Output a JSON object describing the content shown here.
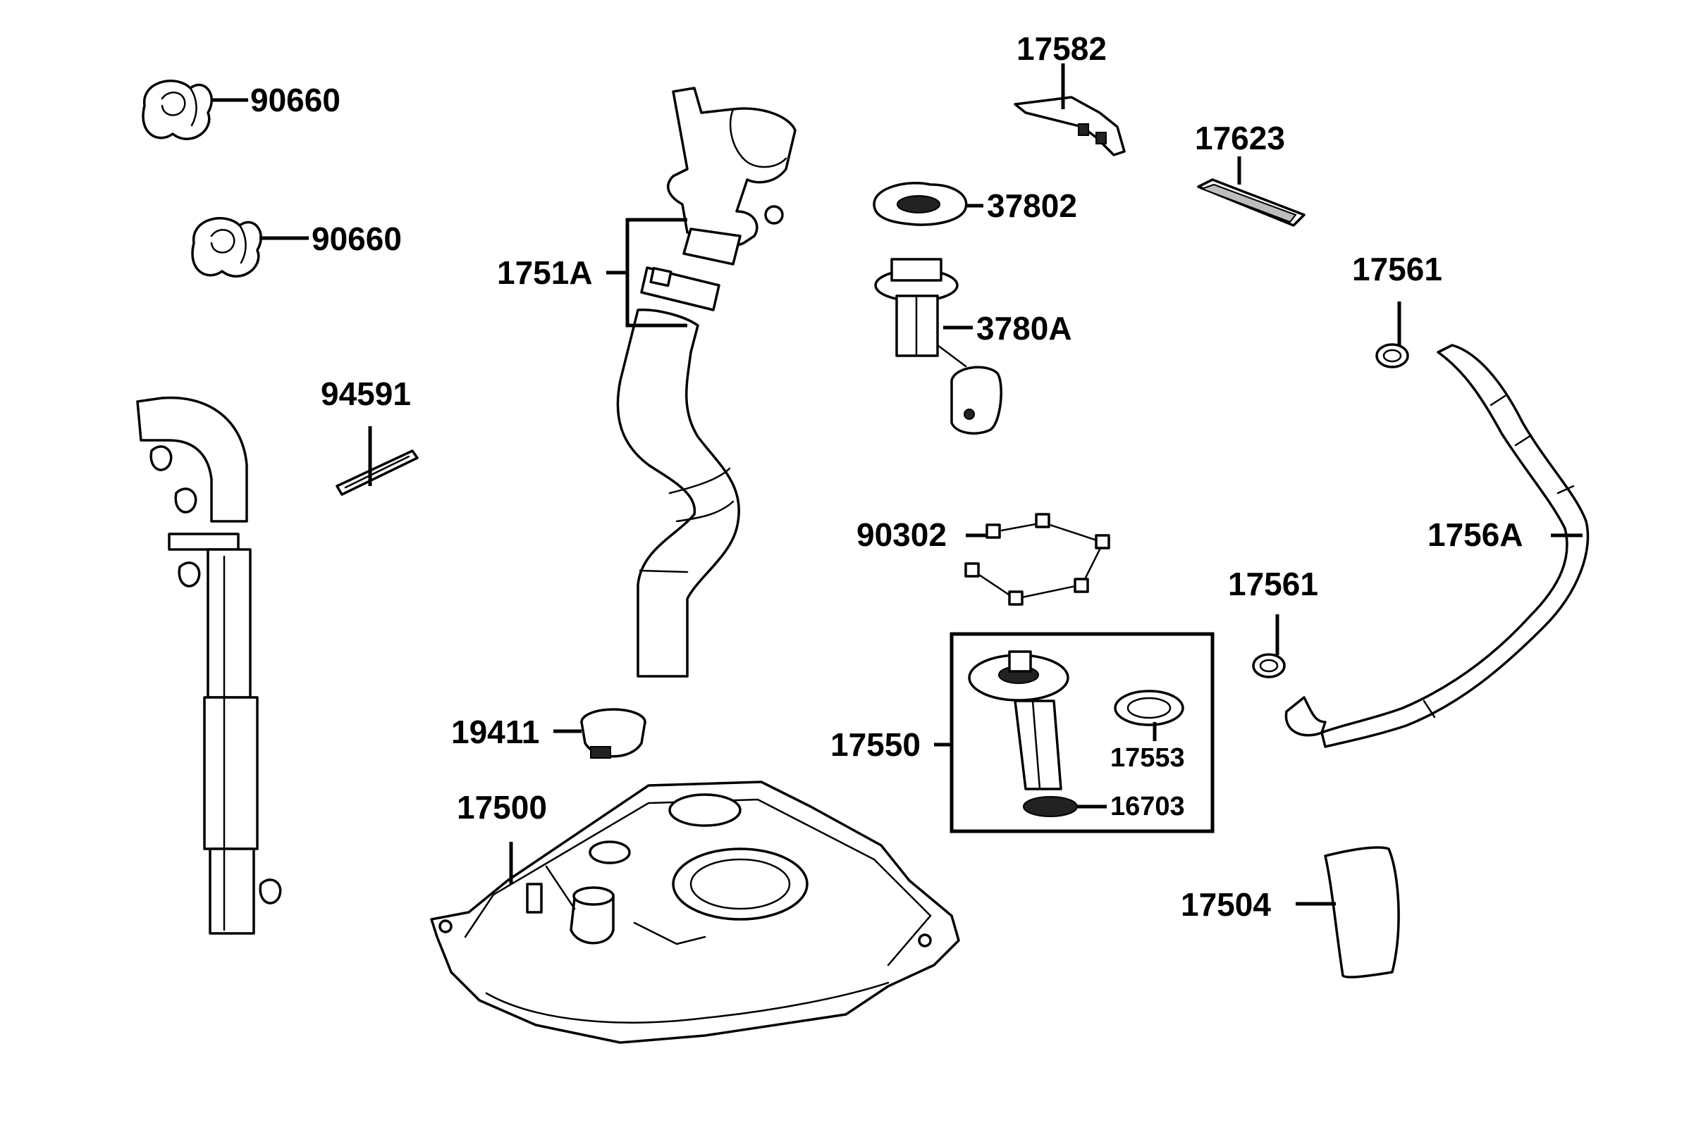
{
  "callouts": [
    {
      "id": "c1",
      "label": "90660"
    },
    {
      "id": "c2",
      "label": "90660"
    },
    {
      "id": "c3",
      "label": "94591"
    },
    {
      "id": "c4",
      "label": "1751A"
    },
    {
      "id": "c5",
      "label": "17582"
    },
    {
      "id": "c6",
      "label": "37802"
    },
    {
      "id": "c7",
      "label": "3780A"
    },
    {
      "id": "c8",
      "label": "17623"
    },
    {
      "id": "c9",
      "label": "17561"
    },
    {
      "id": "c10",
      "label": "1756A"
    },
    {
      "id": "c11",
      "label": "90302"
    },
    {
      "id": "c12",
      "label": "17561"
    },
    {
      "id": "c13",
      "label": "17550"
    },
    {
      "id": "c14",
      "label": "17553"
    },
    {
      "id": "c15",
      "label": "16703"
    },
    {
      "id": "c16",
      "label": "19411"
    },
    {
      "id": "c17",
      "label": "17500"
    },
    {
      "id": "c18",
      "label": "17504"
    }
  ]
}
